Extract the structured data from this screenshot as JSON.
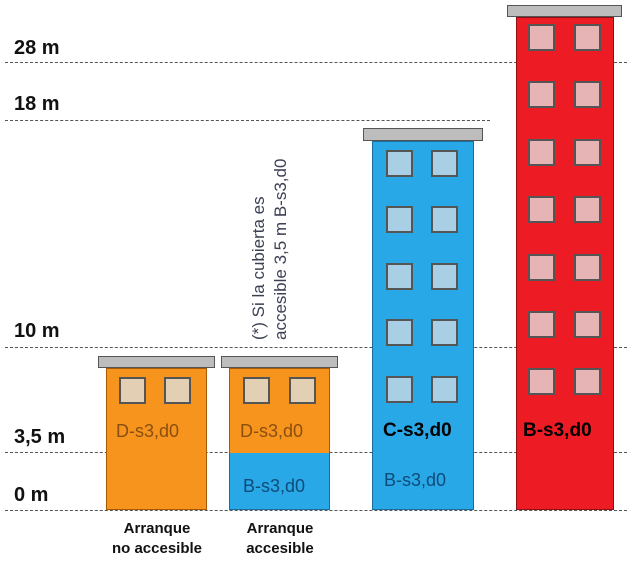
{
  "levels": [
    "28 m",
    "18 m",
    "10 m",
    "3,5 m",
    "0 m"
  ],
  "buildings": [
    {
      "upper_class": "D-s3,d0",
      "caption_line1": "Arranque",
      "caption_line2": "no accesible"
    },
    {
      "upper_class": "D-s3,d0",
      "lower_class": "B-s3,d0",
      "caption_line1": "Arranque",
      "caption_line2": "accesible"
    },
    {
      "upper_class": "C-s3,d0",
      "lower_class": "B-s3,d0"
    },
    {
      "upper_class": "B-s3,d0"
    }
  ],
  "note": {
    "line1": "(*) Si la cubierta es",
    "line2": "accesible 3,5 m B-s3,d0"
  },
  "colors": {
    "orange": "#f7941d",
    "blue": "#29a8e8",
    "red": "#ed1c24",
    "orange_window": "#e3cfb3",
    "blue_window": "#a8cfe3",
    "red_window": "#e6b4b4"
  }
}
